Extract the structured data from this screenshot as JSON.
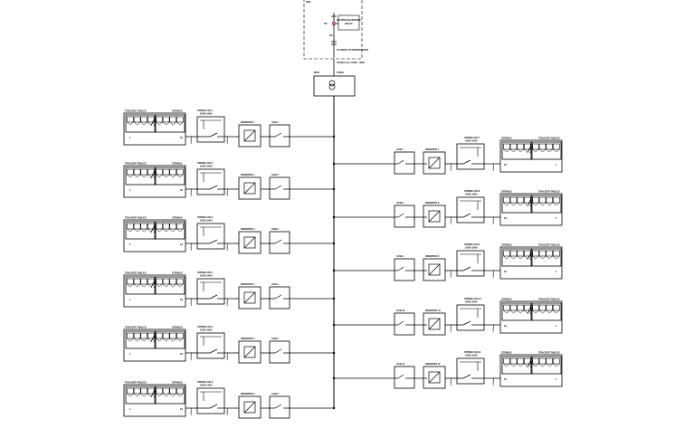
{
  "diagram": {
    "grid": {
      "top_labels": [
        "SOL",
        "TR",
        "SS"
      ],
      "relay_label": "NEUTRAL/EARTHING\nRELAY",
      "grid_label": "TO GRID/ TO DISTRIBUTION",
      "cable_label": "3x70mm  Cu, XLPE - 33kV",
      "meter_label_left": "MVB",
      "meter_label_right": "3-MVA"
    },
    "left_strings": [
      {
        "tracker": "TRACKER TABLES",
        "strings": "STRINGS",
        "n_start": "1",
        "n_end": "24",
        "box": "STRING C/B 1",
        "box_sub": "1000V, 500A",
        "inverter": "INVERTER 1",
        "acb": "ACB 1",
        "conductor": "1x95mm"
      },
      {
        "tracker": "TRACKER TABLES",
        "strings": "STRINGS",
        "n_start": "1",
        "n_end": "24",
        "box": "STRING C/B 2",
        "box_sub": "1000V, 500A",
        "inverter": "INVERTER 2",
        "acb": "ACB 2",
        "conductor": "1x95mm"
      },
      {
        "tracker": "TRACKER TABLES",
        "strings": "STRINGS",
        "n_start": "1",
        "n_end": "24",
        "box": "STRING C/B 3",
        "box_sub": "1000V, 500A",
        "inverter": "INVERTER 3",
        "acb": "ACB 3",
        "conductor": "1x95mm"
      },
      {
        "tracker": "TRACKER TABLES",
        "strings": "STRINGS",
        "n_start": "1",
        "n_end": "24",
        "box": "STRING C/B 4",
        "box_sub": "1000V, 500A",
        "inverter": "INVERTER 4",
        "acb": "ACB 4",
        "conductor": "1x95mm"
      },
      {
        "tracker": "TRACKER TABLES",
        "strings": "STRINGS",
        "n_start": "1",
        "n_end": "24",
        "box": "STRING C/B 5",
        "box_sub": "1000V, 500A",
        "inverter": "INVERTER 5",
        "acb": "ACB 5",
        "conductor": "1x95mm"
      },
      {
        "tracker": "TRACKER TABLES",
        "strings": "STRINGS",
        "n_start": "1",
        "n_end": "24",
        "box": "STRING C/B 6",
        "box_sub": "1000V, 500A",
        "inverter": "INVERTER 6",
        "acb": "ACB 6",
        "conductor": "1x95mm"
      }
    ],
    "right_strings": [
      {
        "tracker": "TRACKER TABLES",
        "strings": "STRINGS",
        "n_start": "24",
        "n_end": "1",
        "box": "STRING C/B 7",
        "box_sub": "1000V, 500A",
        "inverter": "INVERTER 7",
        "acb": "ACB 7",
        "conductor": "1x95mm"
      },
      {
        "tracker": "TRACKER TABLES",
        "strings": "STRINGS",
        "n_start": "24",
        "n_end": "1",
        "box": "STRING C/B 8",
        "box_sub": "1000V, 500A",
        "inverter": "INVERTER 8",
        "acb": "ACB 8",
        "conductor": "1x95mm"
      },
      {
        "tracker": "TRACKER TABLES",
        "strings": "STRINGS",
        "n_start": "24",
        "n_end": "1",
        "box": "STRING C/B 9",
        "box_sub": "1000V, 500A",
        "inverter": "INVERTER 9",
        "acb": "ACB 9",
        "conductor": "1x95mm"
      },
      {
        "tracker": "TRACKER TABLES",
        "strings": "STRINGS",
        "n_start": "24",
        "n_end": "1",
        "box": "STRING C/B 10",
        "box_sub": "1000V, 500A",
        "inverter": "INVERTER 10",
        "acb": "ACB 10",
        "conductor": "1x95mm"
      },
      {
        "tracker": "TRACKER TABLES",
        "strings": "STRINGS",
        "n_start": "24",
        "n_end": "1",
        "box": "STRING C/B 11",
        "box_sub": "1000V, 500A",
        "inverter": "INVERTER 11",
        "acb": "ACB 11",
        "conductor": "1x95mm"
      }
    ],
    "colors": {
      "line": "#000000",
      "accent": "#d0217a"
    }
  }
}
